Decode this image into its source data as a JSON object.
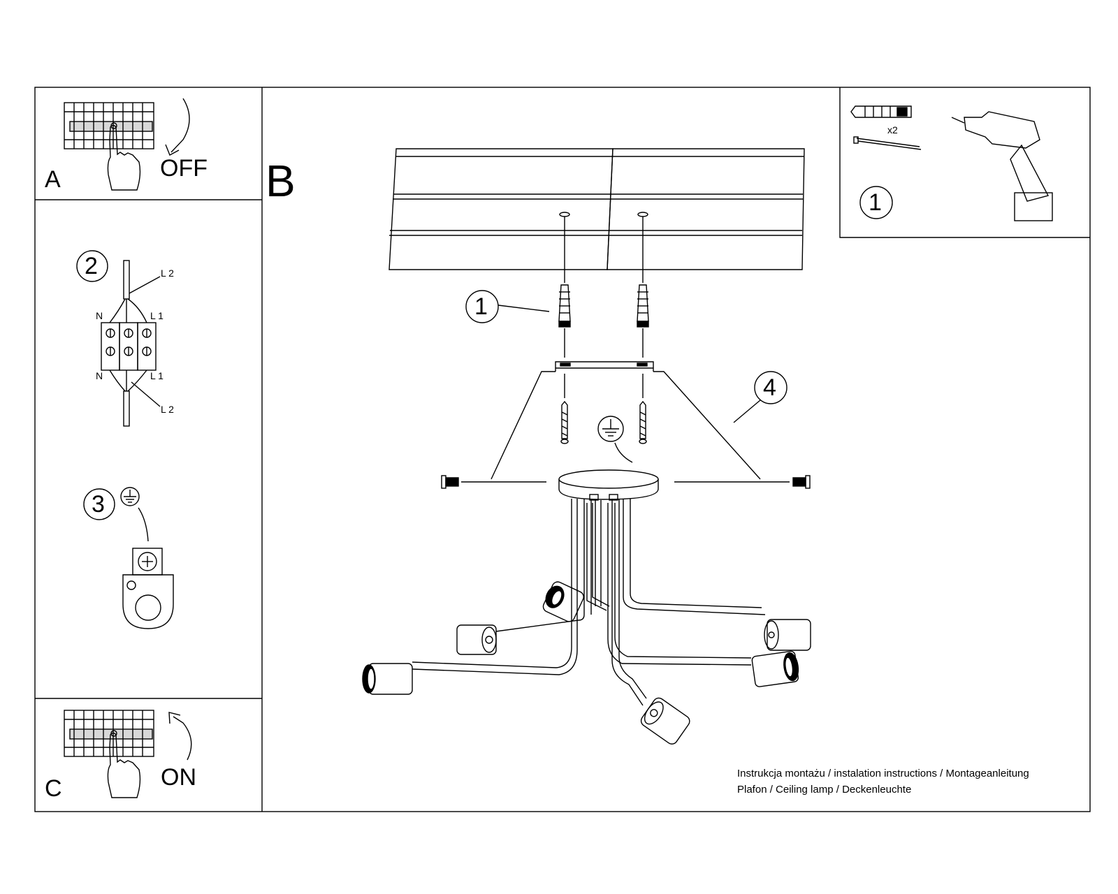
{
  "panel_a": {
    "letter": "A",
    "state": "OFF"
  },
  "panel_b": {
    "letter": "B"
  },
  "panel_c": {
    "letter": "C",
    "state": "ON"
  },
  "tools": {
    "step": "1",
    "quantity": "x2"
  },
  "wiring": {
    "step": "2",
    "labels": {
      "n_top": "N",
      "l1_top": "L 1",
      "l2_top": "L 2",
      "n_bottom": "N",
      "l1_bottom": "L 1",
      "l2_bottom": "L 2"
    }
  },
  "earth": {
    "step": "3"
  },
  "assembly": {
    "callout_anchor": "1",
    "callout_canopy": "4"
  },
  "footer": {
    "line1": "Instrukcja montażu / instalation instructions / Montageanleitung",
    "line2": "Plafon / Ceiling lamp / Deckenleuchte"
  },
  "colors": {
    "ink": "#000000",
    "paper": "#ffffff",
    "shade": "#d8d8d8"
  }
}
